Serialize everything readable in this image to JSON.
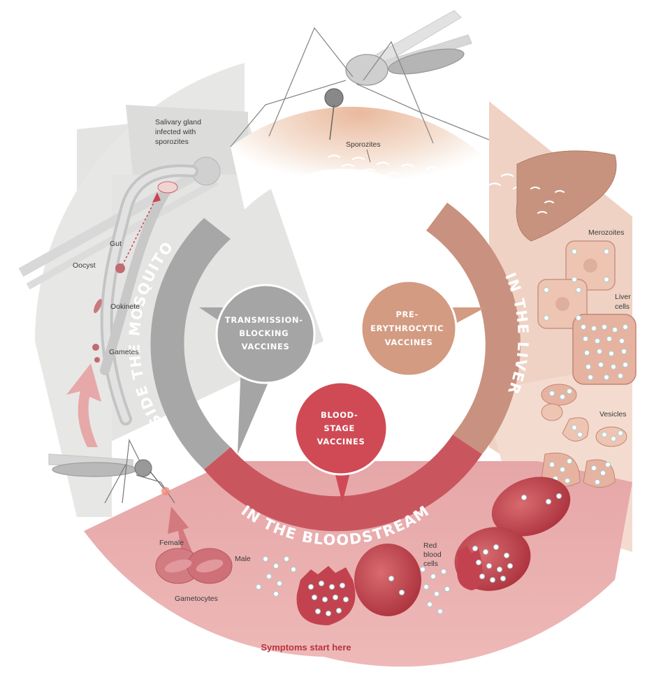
{
  "diagram": {
    "stages": {
      "mosquito": "INSIDE THE MOSQUITO",
      "liver": "IN THE LIVER",
      "bloodstream": "IN THE BLOODSTREAM"
    },
    "vaccines": {
      "transmission": [
        "TRANSMISSION-",
        "BLOCKING",
        "VACCINES"
      ],
      "pre": [
        "PRE-",
        "ERYTHROCYTIC",
        "VACCINES"
      ],
      "blood": [
        "BLOOD-",
        "STAGE",
        "VACCINES"
      ]
    },
    "labels": {
      "salivary": [
        "Salivary gland",
        "infected with",
        "sporozites"
      ],
      "gut": "Gut",
      "oocyst": "Oocyst",
      "ookinete": "Ookinete",
      "gametes": "Gametes",
      "sporozites": "Sporozites",
      "merozoites": "Merozoites",
      "liver_cells": [
        "Liver",
        "cells"
      ],
      "vesicles": "Vesicles",
      "red_blood_cells": [
        "Red",
        "blood",
        "cells"
      ],
      "female": "Female",
      "male": "Male",
      "gametocytes": "Gametocytes",
      "symptoms": "Symptoms start here"
    },
    "colors": {
      "mosquito_stage": "#a7a7a7",
      "liver_stage": "#c9917f",
      "blood_stage": "#c9565e",
      "transmission_bubble": "#a5a5a5",
      "pre_bubble": "#d39b82",
      "blood_bubble": "#cf4a55",
      "symptoms_text": "#b8323f"
    }
  }
}
